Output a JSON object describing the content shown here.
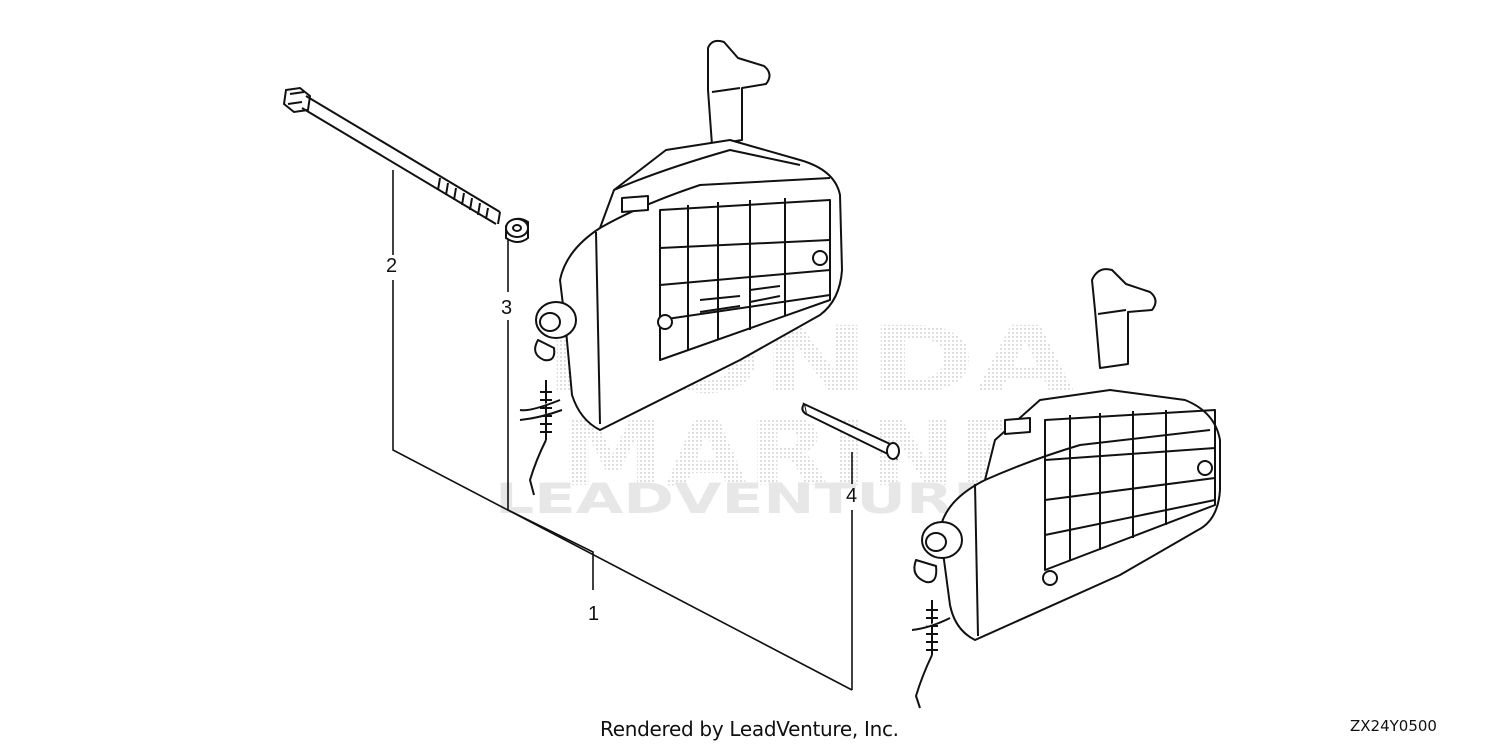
{
  "diagram": {
    "callouts": [
      "1",
      "2",
      "3",
      "4"
    ],
    "watermark": {
      "line1": "HONDA",
      "line2": "MARINE",
      "line3": "LEADVENTURE"
    },
    "credit": "Rendered by LeadVenture, Inc.",
    "code": "ZX24Y0500",
    "colors": {
      "line": "#111111",
      "watermark": "#c8c8c8",
      "background": "#ffffff"
    }
  }
}
